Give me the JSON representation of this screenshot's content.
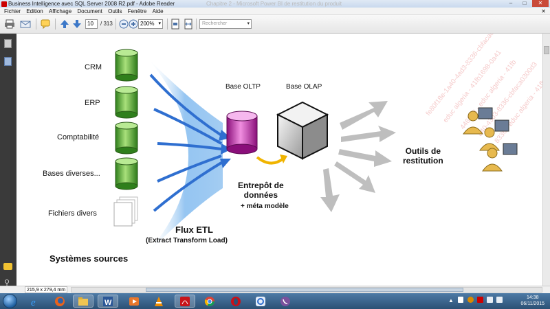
{
  "window": {
    "title": "Business Intelligence avec SQL Server 2008 R2.pdf - Adobe Reader",
    "ghost_title": "Chapitre 2 - Microsoft Power BI de restitution du produit"
  },
  "menu": {
    "items": [
      "Fichier",
      "Edition",
      "Affichage",
      "Document",
      "Outils",
      "Fenêtre",
      "Aide"
    ]
  },
  "toolbar": {
    "page_current": "10",
    "page_total": "/ 313",
    "zoom": "200%",
    "search_placeholder": "Rechercher"
  },
  "diagram": {
    "sources": [
      "CRM",
      "ERP",
      "Comptabilité",
      "Bases diverses...",
      "Fichiers divers"
    ],
    "sources_title": "Systèmes sources",
    "etl_title": "Flux ETL",
    "etl_subtitle": "(Extract Transform Load)",
    "oltp_label": "Base OLTP",
    "olap_label": "Base OLAP",
    "warehouse_title": "Entrepôt de\ndonnées",
    "warehouse_sub": "+ méta modèle",
    "tools_title": "Outils de\nrestitution",
    "watermark": "fe80f18e-1a40-4ad3-8336-cbfaca0300d3 - educ algeria - 41fb1698"
  },
  "status": {
    "page_size": "215,9 x 279,4 mm"
  },
  "taskbar": {
    "time": "14:38",
    "date": "06/11/2015"
  },
  "colors": {
    "accent_blue": "#2f6fd0",
    "db_green": "#3f9a2a",
    "db_magenta": "#b0189c",
    "watermark": "#f2b9b9"
  }
}
